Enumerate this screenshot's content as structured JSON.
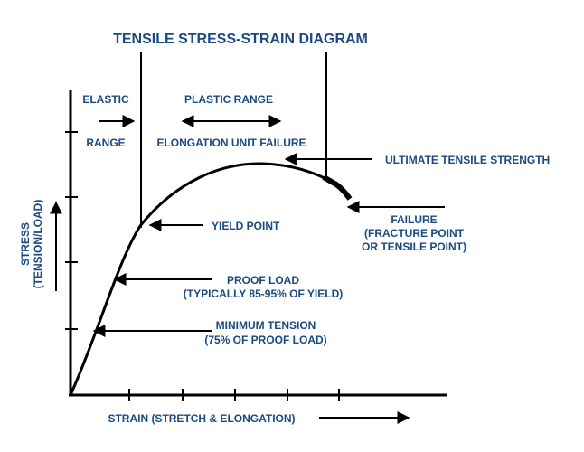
{
  "title": "TENSILE STRESS-STRAIN DIAGRAM",
  "labels": {
    "elastic_1": "ELASTIC",
    "elastic_2": "RANGE",
    "plastic": "PLASTIC RANGE",
    "elongation": "ELONGATION UNIT FAILURE",
    "uts": "ULTIMATE TENSILE STRENGTH",
    "yield": "YIELD POINT",
    "failure_1": "FAILURE",
    "failure_2": "(FRACTURE POINT",
    "failure_3": "OR TENSILE POINT)",
    "proof_1": "PROOF LOAD",
    "proof_2": "(TYPICALLY 85-95% OF YIELD)",
    "min_1": "MINIMUM TENSION",
    "min_2": "(75% OF PROOF LOAD)",
    "y_axis_1": "STRESS",
    "y_axis_2": "(TENSION/LOAD)",
    "x_axis": "STRAIN (STRETCH & ELONGATION)"
  },
  "colors": {
    "text": "#1a4a80",
    "line": "#000000"
  }
}
